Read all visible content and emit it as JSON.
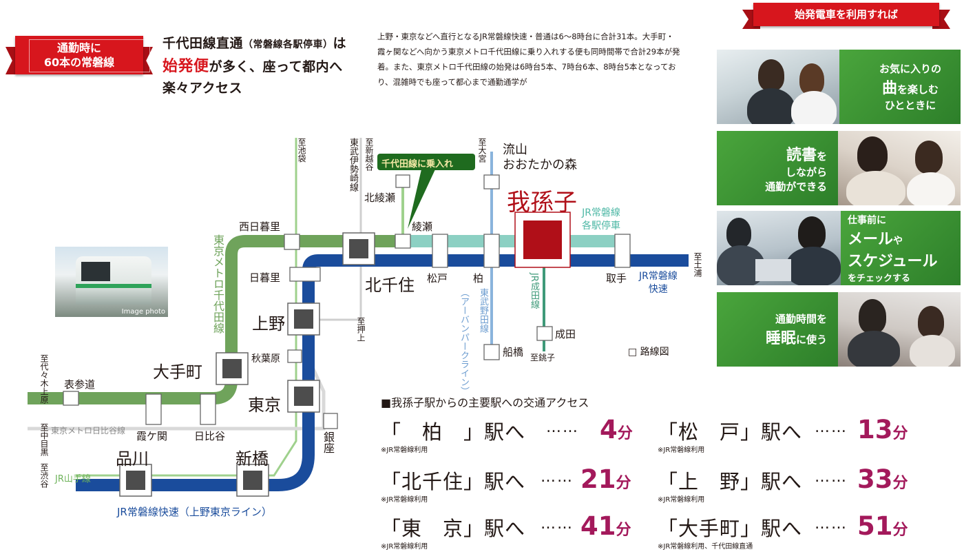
{
  "header": {
    "ribbon_line1": "通勤時に",
    "ribbon_line2": "60本の常磐線",
    "headline_1a": "千代田線直通",
    "headline_1b": "（常磐線各駅停車）",
    "headline_1c": "は",
    "headline_2a": "始発便",
    "headline_2b": "が多く、座って都内へ",
    "headline_3": "楽々アクセス",
    "description": "上野・東京などへ直行となるJR常磐線快速・普通は6〜8時台に合計31本。大手町・霞ヶ関などへ向かう東京メトロ千代田線に乗り入れする便も同時間帯で合計29本が発着。また、東京メトロ千代田線の始発は6時台5本、7時台6本、8時台5本となっており、混雑時でも座って都心まで通勤通学が"
  },
  "side": {
    "ribbon": "始発電車を利用すれば",
    "panel1": {
      "l1": "お気に入りの",
      "l2a": "曲",
      "l2b": "を楽しむ",
      "l3": "ひとときに"
    },
    "panel2": {
      "l1a": "読書",
      "l1b": "を",
      "l2": "しながら",
      "l3": "通勤ができる"
    },
    "panel3": {
      "l1": "仕事前に",
      "l2a": "メール",
      "l2b": "や",
      "l3": "スケジュール",
      "l4": "をチェックする"
    },
    "panel4": {
      "l1": "通勤時間を",
      "l2a": "睡眠",
      "l2b": "に使う"
    }
  },
  "map": {
    "train_photo_caption": "Image photo",
    "callout": "千代田線に乗入れ",
    "legend": "□ 路線図",
    "stations": {
      "abiko": "我孫子",
      "kitasenju": "北千住",
      "ueno": "上野",
      "otemachi": "大手町",
      "tokyo": "東京",
      "shinagawa": "品川",
      "shimbashi": "新橋",
      "nishinippori": "西日暮里",
      "nippori": "日暮里",
      "akihabara": "秋葉原",
      "ginza": "銀座",
      "omotesando": "表参道",
      "kasumigaseki": "霞ケ関",
      "hibiya": "日比谷",
      "ayase": "綾瀬",
      "kitaayase": "北綾瀬",
      "matsudo": "松戸",
      "kashiwa": "柏",
      "toride": "取手",
      "nagareyama_1": "流山",
      "nagareyama_2": "おおたかの森",
      "funabashi": "船橋",
      "narita": "成田"
    },
    "directions": {
      "ikebukuro": "至池袋",
      "shinkoshigaya": "至新越谷",
      "omiya": "至大宮",
      "oshiage": "至押上",
      "choshi": "至銚子",
      "tsuchiura": "至土浦",
      "yoyogiuehara": "至代々木上原",
      "nakameguro": "至中目黒",
      "shibuya": "至渋谷"
    },
    "lines": {
      "tobu_isesaki": "東武伊勢崎線",
      "chiyoda": "東京メトロ千代田線",
      "hibiya": "東京メトロ日比谷線",
      "yamanote": "JR山手線",
      "joban_rapid_bottom": "JR常磐線快速（上野東京ライン）",
      "joban_local_1": "JR常磐線",
      "joban_local_2": "各駅停車",
      "joban_rapid_1": "JR常磐線",
      "joban_rapid_2": "快速",
      "narita_line": "JR成田線",
      "tobu_noda": "東武野田線",
      "tobu_noda_sub": "（アーバンパークライン）"
    },
    "colors": {
      "chiyoda": "#6fa35b",
      "joban_local": "#8cd0c3",
      "joban_rapid": "#1a4c9c",
      "yamanote": "#9fd18d",
      "tobu": "#cfcfcf",
      "hibiya": "#d9d9d9",
      "tobu_noda": "#8ab4dc",
      "narita": "#3f9a79",
      "abiko_red": "#b00f18"
    }
  },
  "access": {
    "title": "■我孫子駅からの主要駅への交通アクセス",
    "items": [
      {
        "station": "「　柏　」駅へ",
        "dots": "……",
        "minutes": "4",
        "unit": "分",
        "note": "※JR常磐線利用"
      },
      {
        "station": "「松　戸」駅へ",
        "dots": "……",
        "minutes": "13",
        "unit": "分",
        "note": "※JR常磐線利用"
      },
      {
        "station": "「北千住」駅へ",
        "dots": "……",
        "minutes": "21",
        "unit": "分",
        "note": "※JR常磐線利用"
      },
      {
        "station": "「上　野」駅へ",
        "dots": "……",
        "minutes": "33",
        "unit": "分",
        "note": "※JR常磐線利用"
      },
      {
        "station": "「東　京」駅へ",
        "dots": "……",
        "minutes": "41",
        "unit": "分",
        "note": "※JR常磐線利用"
      },
      {
        "station": "「大手町」駅へ",
        "dots": "……",
        "minutes": "51",
        "unit": "分",
        "note": "※JR常磐線利用、千代田線直通"
      }
    ]
  }
}
